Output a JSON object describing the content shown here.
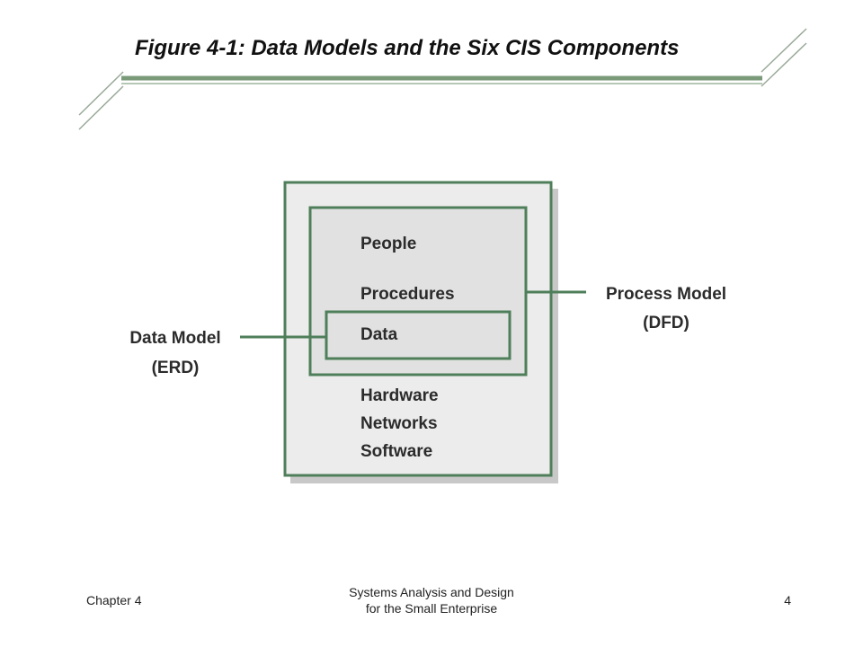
{
  "slide": {
    "title": "Figure 4-1: Data Models and the Six CIS Components",
    "accent_color": "#5a8a5a"
  },
  "diagram": {
    "components_upper": [
      "People",
      "Procedures",
      "Data"
    ],
    "components_lower": [
      "Hardware",
      "Networks",
      "Software"
    ],
    "data_model": {
      "line1": "Data Model",
      "line2": "(ERD)"
    },
    "process_model": {
      "line1": "Process Model",
      "line2": "(DFD)"
    }
  },
  "footer": {
    "chapter": "Chapter 4",
    "course_line1": "Systems Analysis and Design",
    "course_line2": "for the Small Enterprise",
    "page": "4"
  }
}
